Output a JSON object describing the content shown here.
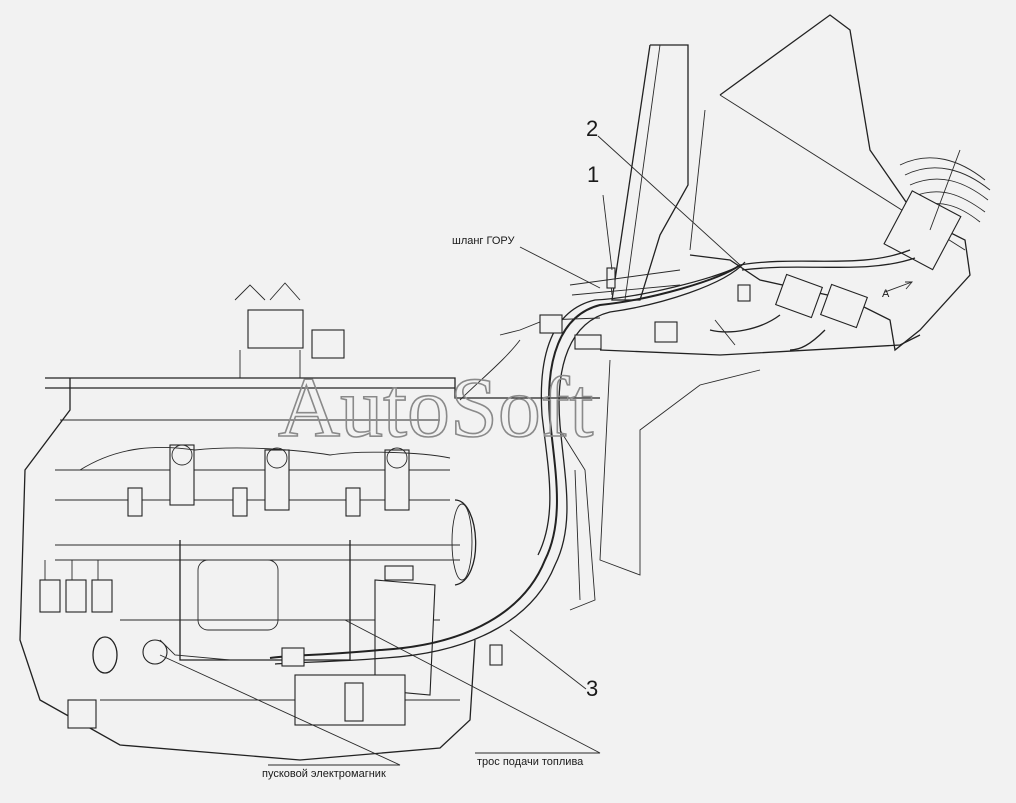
{
  "watermark": "AutoSoft",
  "callouts": {
    "c1": "1",
    "c2": "2",
    "c3": "3"
  },
  "labels": {
    "hose": "шланг ГОРУ",
    "starter_solenoid": "пусковой электромагник",
    "fuel_cable": "трос подачи топлива",
    "view_arrow": "А"
  }
}
